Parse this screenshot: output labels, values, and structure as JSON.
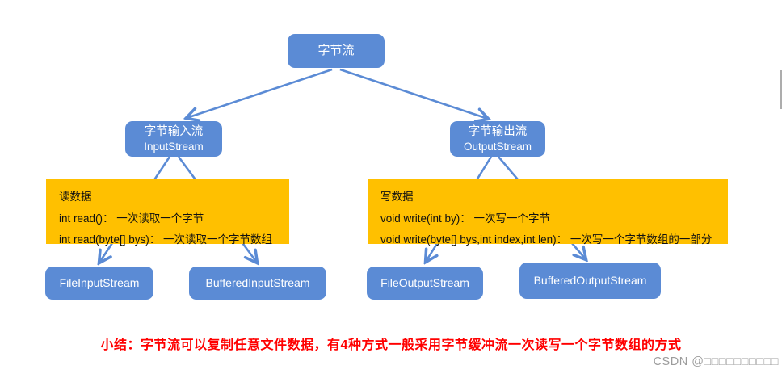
{
  "diagram": {
    "root": {
      "label": "字节流"
    },
    "input_branch": {
      "node": {
        "line1": "字节输入流",
        "line2": "InputStream"
      },
      "note": {
        "title": "读数据",
        "line1": "int read()： 一次读取一个字节",
        "line2": "int read(byte[] bys)： 一次读取一个字节数组"
      },
      "leaves": [
        "FileInputStream",
        "BufferedInputStream"
      ]
    },
    "output_branch": {
      "node": {
        "line1": "字节输出流",
        "line2": "OutputStream"
      },
      "note": {
        "title": "写数据",
        "line1": "void write(int by)： 一次写一个字节",
        "line2": "void write(byte[] bys,int index,int len)： 一次写一个字节数组的一部分"
      },
      "leaves": [
        "FileOutputStream",
        "BufferedOutputStream"
      ]
    },
    "summary": "小结：字节流可以复制任意文件数据，有4种方式一般采用字节缓冲流一次读写一个字节数组的方式",
    "watermark": "CSDN @□□□□□□□□□□",
    "colors": {
      "node_blue": "#5B8BD5",
      "note_yellow": "#FFC000",
      "summary_red": "#FF0000",
      "watermark_gray": "#9C9C9C"
    }
  }
}
